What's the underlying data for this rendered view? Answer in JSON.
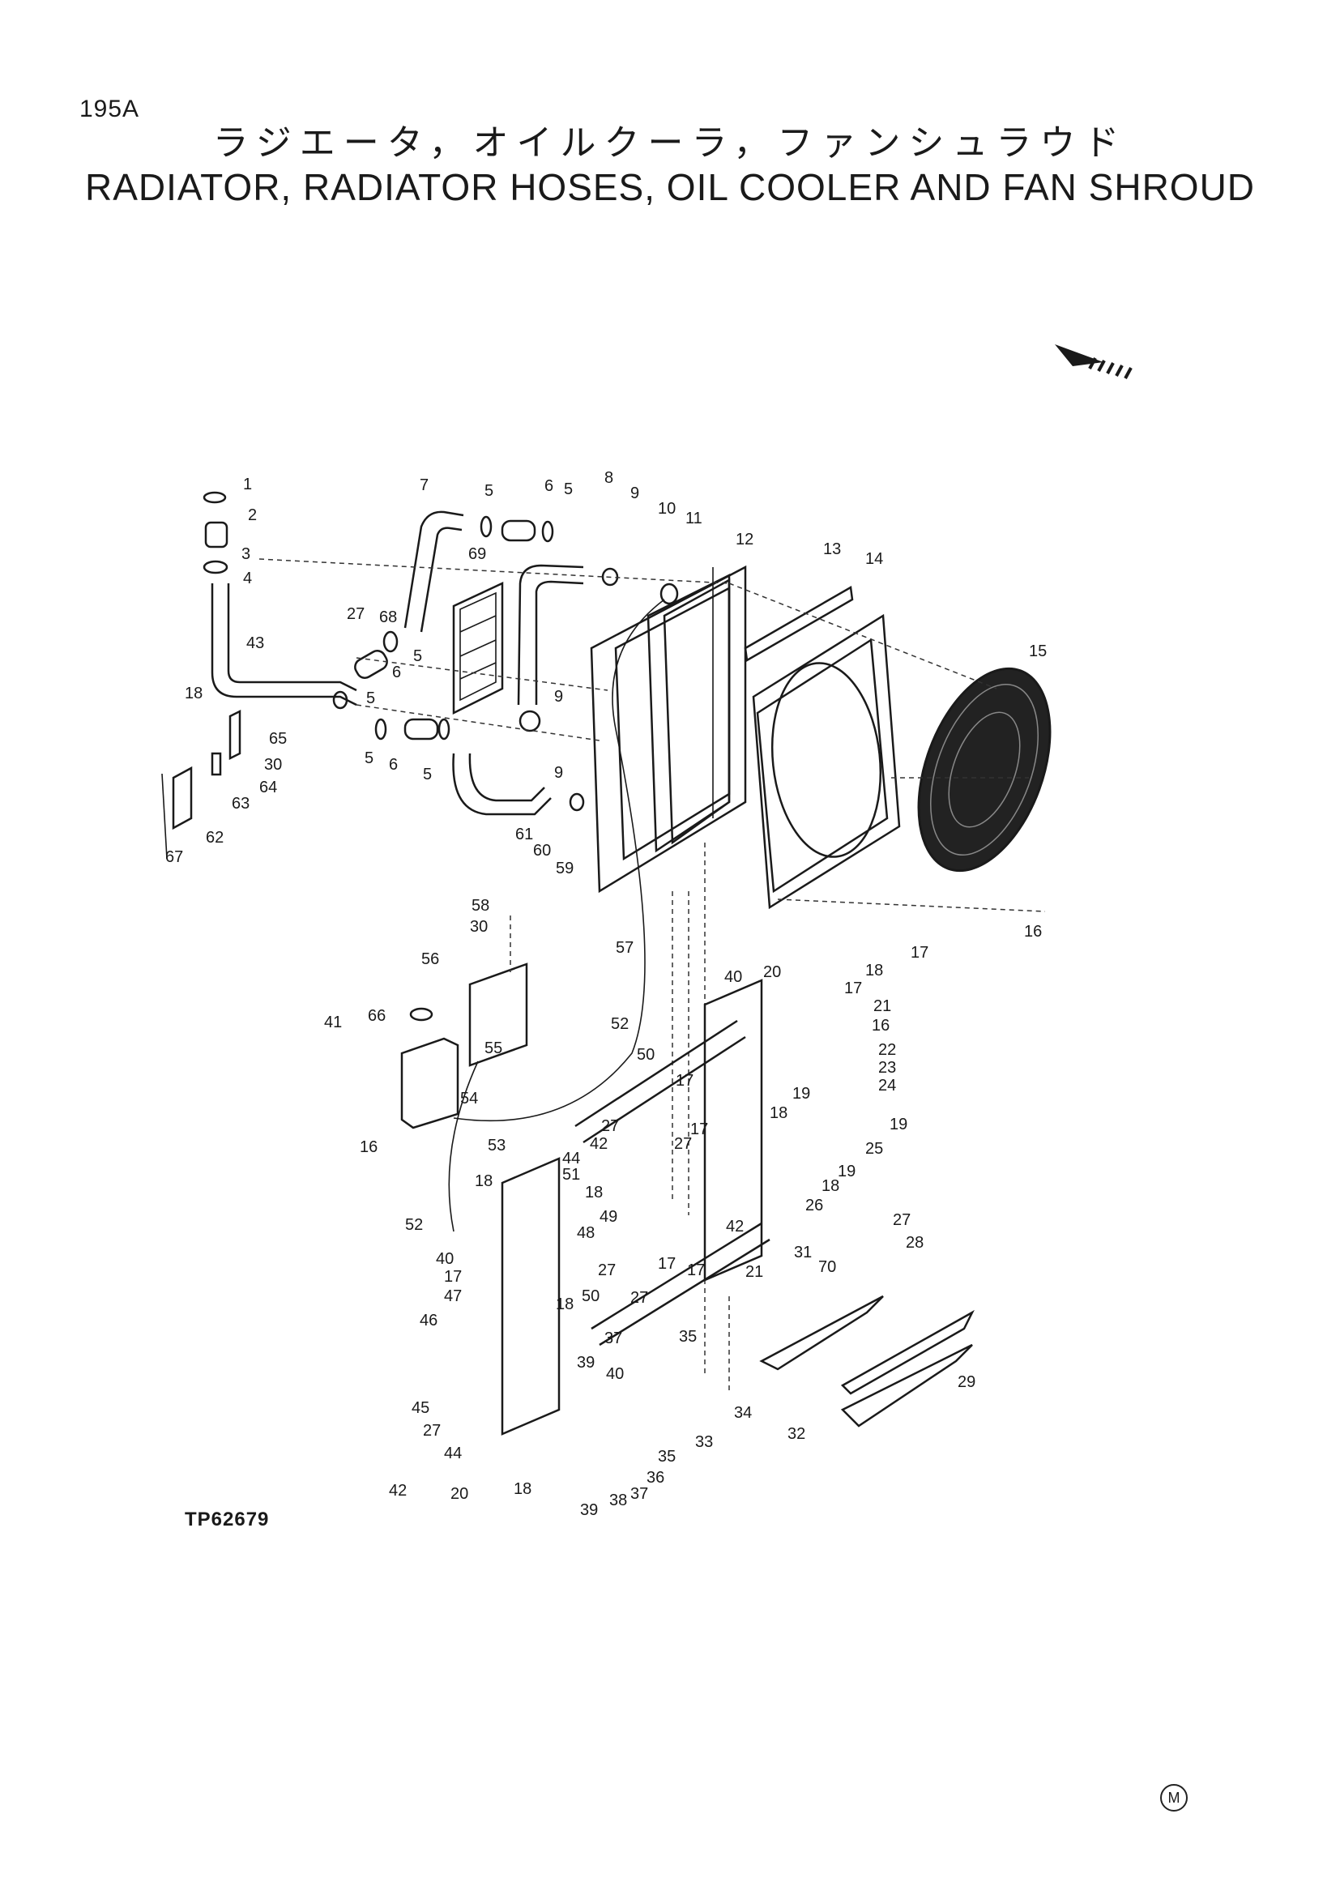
{
  "page_code": "195A",
  "title_jp": "ラジエータ，オイルクーラ，ファンシュラウド",
  "title_en": "RADIATOR, RADIATOR HOSES, OIL COOLER AND FAN SHROUD",
  "figure_code": "TP62679",
  "footer_mark": "M",
  "direction_arrow_icon": "front-direction-arrow-icon",
  "callouts": {
    "c1": "1",
    "c2": "2",
    "c3": "3",
    "c4": "4",
    "c5": "5",
    "c6": "6",
    "c7": "7",
    "c8": "8",
    "c9": "9",
    "c10": "10",
    "c11": "11",
    "c12": "12",
    "c13": "13",
    "c14": "14",
    "c15": "15",
    "c16": "16",
    "c17": "17",
    "c18": "18",
    "c19": "19",
    "c20": "20",
    "c21": "21",
    "c22": "22",
    "c23": "23",
    "c24": "24",
    "c25": "25",
    "c26": "26",
    "c27": "27",
    "c28": "28",
    "c29": "29",
    "c30": "30",
    "c31": "31",
    "c32": "32",
    "c33": "33",
    "c34": "34",
    "c35": "35",
    "c36": "36",
    "c37": "37",
    "c38": "38",
    "c39": "39",
    "c40": "40",
    "c41": "41",
    "c42": "42",
    "c43": "43",
    "c44": "44",
    "c45": "45",
    "c46": "46",
    "c47": "47",
    "c48": "48",
    "c49": "49",
    "c50": "50",
    "c51": "51",
    "c52": "52",
    "c53": "53",
    "c54": "54",
    "c55": "55",
    "c56": "56",
    "c57": "57",
    "c58": "58",
    "c59": "59",
    "c60": "60",
    "c61": "61",
    "c62": "62",
    "c63": "63",
    "c64": "64",
    "c65": "65",
    "c66": "66",
    "c67": "67",
    "c68": "68",
    "c69": "69",
    "c70": "70"
  }
}
